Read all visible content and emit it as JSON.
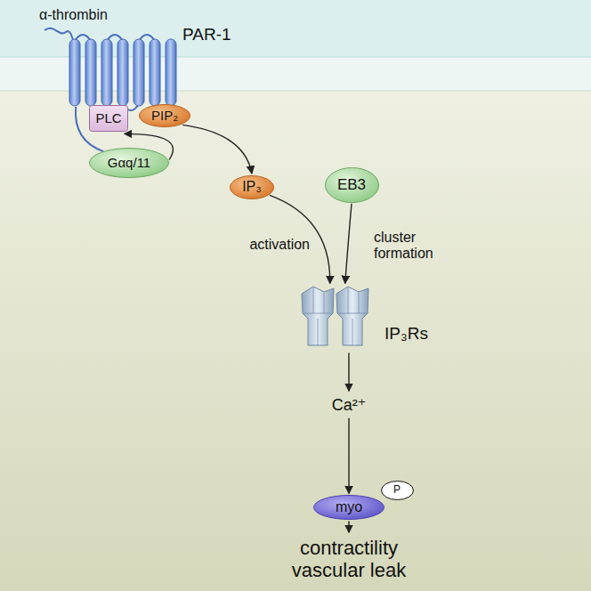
{
  "diagram": {
    "nodes": [
      {
        "text": [
          "PAR-1"
        ]
      },
      {
        "text": [
          "PLC"
        ]
      },
      {
        "text": [
          "PIP₂"
        ]
      },
      {
        "text": [
          "Gαq/11"
        ]
      },
      {
        "text": [
          "IP₃"
        ]
      },
      {
        "text": [
          "EB3"
        ]
      },
      {
        "text": [
          "IP₃Rs"
        ]
      },
      {
        "text": [
          "Ca²⁺"
        ]
      },
      {
        "text": [
          "myo"
        ]
      },
      {
        "text": [
          "P"
        ]
      },
      {
        "text": [
          "contractility vascular leak"
        ]
      }
    ],
    "edges": [
      {
        "from": 0,
        "to": 3,
        "arrow": "none"
      },
      {
        "from": 3,
        "to": 1,
        "arrow": "to"
      },
      {
        "from": 2,
        "to": 4,
        "arrow": "to"
      },
      {
        "from": 4,
        "to": 6,
        "arrow": "to",
        "label": "activation"
      },
      {
        "from": 5,
        "to": 6,
        "arrow": "to",
        "label": "cluster formation"
      },
      {
        "from": 6,
        "to": 7,
        "arrow": "to"
      },
      {
        "from": 7,
        "to": 8,
        "arrow": "to"
      },
      {
        "from": 8,
        "to": 10,
        "arrow": "to"
      }
    ],
    "labels": [
      "α-thrombin"
    ]
  }
}
